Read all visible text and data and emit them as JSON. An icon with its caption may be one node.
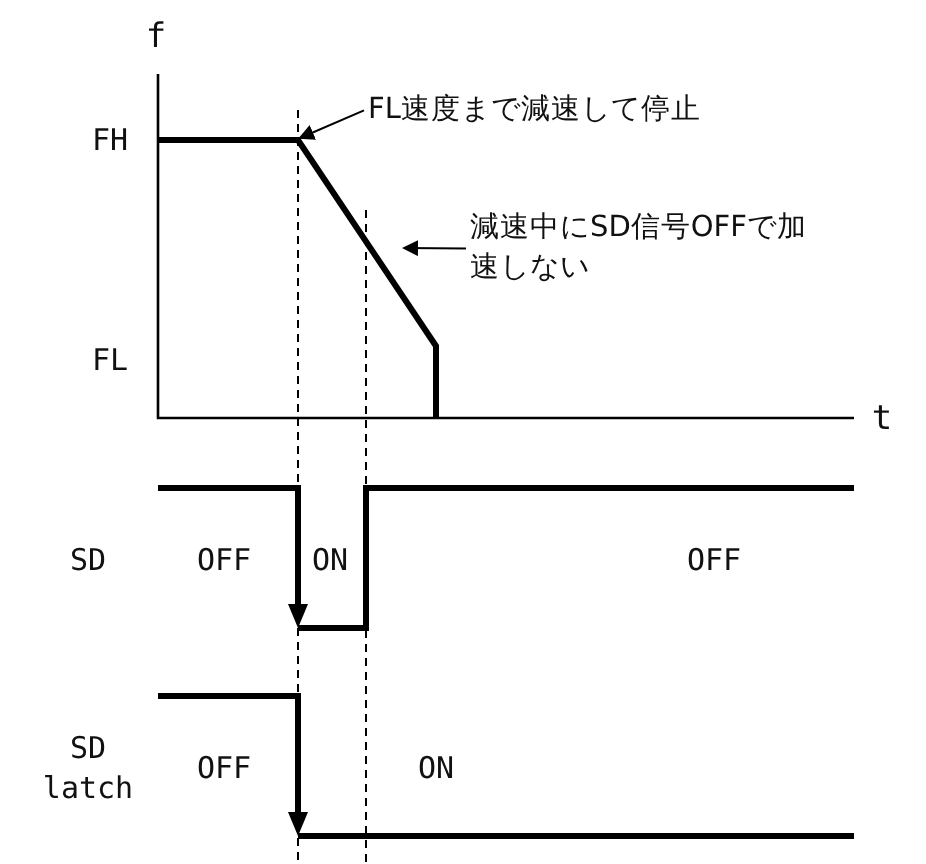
{
  "diagram": {
    "nodes": [
      {
        "text": [
          "FL速度まで減速して停止"
        ]
      },
      {
        "text": [
          "減速中にSD信号OFFで加速しない"
        ]
      },
      {
        "text": [],
        "shape": "line"
      }
    ],
    "edges": [
      {
        "from": 0,
        "to": 2,
        "arrow": "to"
      },
      {
        "from": 1,
        "to": 2,
        "arrow": "to"
      }
    ],
    "labels": [
      "f",
      "FH",
      "FL",
      "t",
      "SD",
      "OFF",
      "ON",
      "OFF",
      "SD latch",
      "OFF",
      "ON"
    ]
  }
}
